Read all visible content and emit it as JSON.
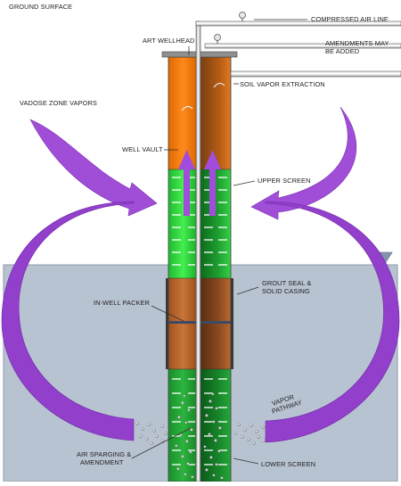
{
  "labels": {
    "ground_surface": "GROUND SURFACE",
    "compressed_air_line": "COMPRESSED AIR LINE",
    "amendments_line1": "AMENDMENTS MAY",
    "amendments_line2": "BE ADDED",
    "art_wellhead": "ART WELLHEAD",
    "soil_vapor_extraction": "SOIL VAPOR EXTRACTION",
    "vadose_zone_vapors": "VADOSE ZONE VAPORS",
    "well_vault": "WELL VAULT",
    "upper_screen": "UPPER SCREEN",
    "grout_line1": "GROUT SEAL &",
    "grout_line2": "SOLID CASING",
    "in_well_packer": "IN-WELL PACKER",
    "vapor_line1": "VAPOR",
    "vapor_line2": "PATHWAY",
    "air_sparging_line1": "AIR SPARGING &",
    "air_sparging_line2": "AMENDMENT",
    "lower_screen": "LOWER SCREEN"
  },
  "colors": {
    "orange": "#f07a10",
    "green": "#1ea832",
    "brown": "#b0622a",
    "purple": "#9a3fd0",
    "water": "#b9c4d3",
    "pipe": "#555555"
  }
}
